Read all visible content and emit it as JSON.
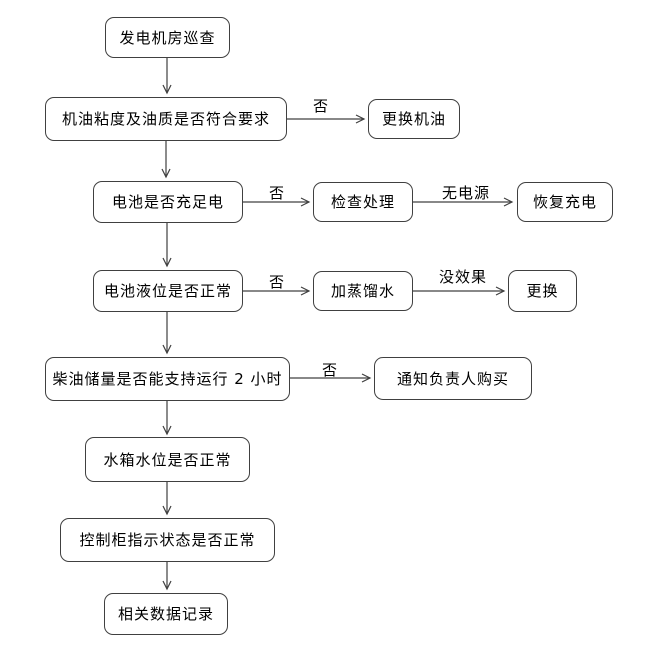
{
  "colors": {
    "box_border": "#404040",
    "line": "#404040",
    "text": "#000000",
    "background": "#ffffff"
  },
  "nodes": [
    {
      "id": "start",
      "label": "发电机房巡查"
    },
    {
      "id": "oil-check",
      "label": "机油粘度及油质是否符合要求"
    },
    {
      "id": "replace-oil",
      "label": "更换机油"
    },
    {
      "id": "battery-charge-check",
      "label": "电池是否充足电"
    },
    {
      "id": "inspect-handle",
      "label": "检查处理"
    },
    {
      "id": "restore-charging",
      "label": "恢复充电"
    },
    {
      "id": "battery-level-check",
      "label": "电池液位是否正常"
    },
    {
      "id": "add-distilled-water",
      "label": "加蒸馏水"
    },
    {
      "id": "replace",
      "label": "更换"
    },
    {
      "id": "diesel-check",
      "label": "柴油储量是否能支持运行 2 小时"
    },
    {
      "id": "notify-purchase",
      "label": "通知负责人购买"
    },
    {
      "id": "water-tank-check",
      "label": "水箱水位是否正常"
    },
    {
      "id": "control-cabinet-check",
      "label": "控制柜指示状态是否正常"
    },
    {
      "id": "data-record",
      "label": "相关数据记录"
    }
  ],
  "edges": [
    {
      "from": "start",
      "to": "oil-check",
      "label": ""
    },
    {
      "from": "oil-check",
      "to": "replace-oil",
      "label": "否"
    },
    {
      "from": "oil-check",
      "to": "battery-charge-check",
      "label": ""
    },
    {
      "from": "battery-charge-check",
      "to": "inspect-handle",
      "label": "否"
    },
    {
      "from": "inspect-handle",
      "to": "restore-charging",
      "label": "无电源"
    },
    {
      "from": "battery-charge-check",
      "to": "battery-level-check",
      "label": ""
    },
    {
      "from": "battery-level-check",
      "to": "add-distilled-water",
      "label": "否"
    },
    {
      "from": "add-distilled-water",
      "to": "replace",
      "label": "没效果"
    },
    {
      "from": "battery-level-check",
      "to": "diesel-check",
      "label": ""
    },
    {
      "from": "diesel-check",
      "to": "notify-purchase",
      "label": "否"
    },
    {
      "from": "diesel-check",
      "to": "water-tank-check",
      "label": ""
    },
    {
      "from": "water-tank-check",
      "to": "control-cabinet-check",
      "label": ""
    },
    {
      "from": "control-cabinet-check",
      "to": "data-record",
      "label": ""
    }
  ]
}
